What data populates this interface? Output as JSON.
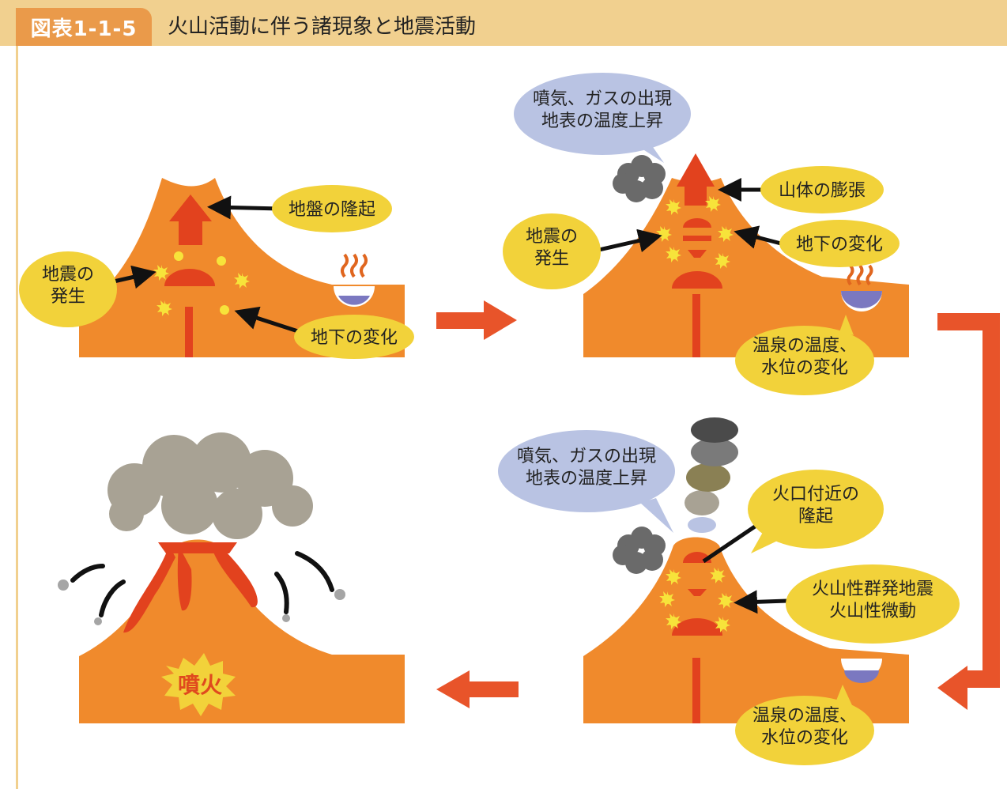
{
  "header": {
    "figure_number": "図表1-1-5",
    "title": "火山活動に伴う諸現象と地震活動"
  },
  "colors": {
    "header_bg": "#f1d08f",
    "badge_bg": "#ea9a4a",
    "volcano": "#f08a2c",
    "magma": "#e2421e",
    "label_bubble": "#f2d23a",
    "gas_bubble": "#b9c3e3",
    "smoke": "#6a6a6a",
    "ash_cloud": "#a8a294"
  },
  "panels": {
    "stage1": {
      "ground_uplift": "地盤の隆起",
      "earthquake": "地震の\n発生",
      "underground_change": "地下の変化"
    },
    "stage2": {
      "gas_appearance": "噴気、ガスの出現\n地表の温度上昇",
      "mountain_swelling": "山体の膨張",
      "earthquake": "地震の\n発生",
      "underground_change": "地下の変化",
      "hot_spring_change": "温泉の温度、\n水位の変化"
    },
    "stage3": {
      "gas_appearance": "噴気、ガスの出現\n地表の温度上昇",
      "crater_uplift": "火口付近の\n隆起",
      "volcanic_swarm": "火山性群発地震\n火山性微動",
      "hot_spring_change": "温泉の温度、\n水位の変化"
    },
    "stage4": {
      "eruption": "噴火"
    }
  }
}
